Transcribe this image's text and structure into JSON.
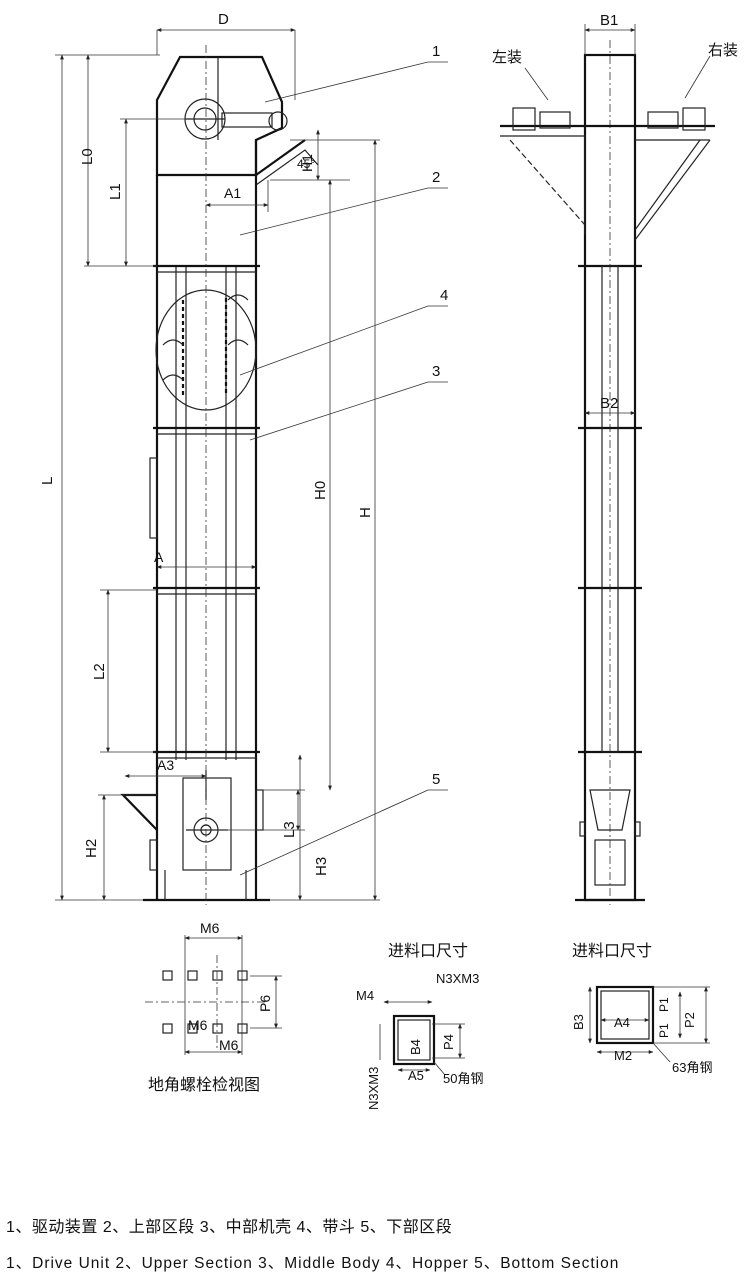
{
  "callouts": [
    "1",
    "2",
    "3",
    "4",
    "5"
  ],
  "dimensions": {
    "D": "D",
    "B1": "B1",
    "B2": "B2",
    "L": "L",
    "L0": "L0",
    "L1": "L1",
    "L2": "L2",
    "L3": "L3",
    "H": "H",
    "H0": "H0",
    "H1": "H1",
    "H2": "H2",
    "H3": "H3",
    "A": "A",
    "A1": "A1",
    "A3": "A3",
    "angle": "45°"
  },
  "side_view": {
    "left_mount": "左装",
    "right_mount": "右装"
  },
  "bolt_view": {
    "title": "地角螺栓检视图",
    "m6": "M6",
    "p6": "P6"
  },
  "inlet_left": {
    "title": "进料口尺寸",
    "m4": "M4",
    "n3xm3_top": "N3XM3",
    "n3xm3_side": "N3XM3",
    "b4": "B4",
    "p4": "P4",
    "a5": "A5",
    "steel": "50角钢"
  },
  "inlet_right": {
    "title": "进料口尺寸",
    "b3": "B3",
    "a4": "A4",
    "m2": "M2",
    "p1": "P1",
    "p2": "P2",
    "steel": "63角钢"
  },
  "legend": {
    "cn": "1、驱动装置   2、上部区段   3、中部机壳   4、带斗   5、下部区段",
    "en": "1、Drive Unit   2、Upper Section   3、Middle Body   4、Hopper   5、Bottom Section"
  }
}
